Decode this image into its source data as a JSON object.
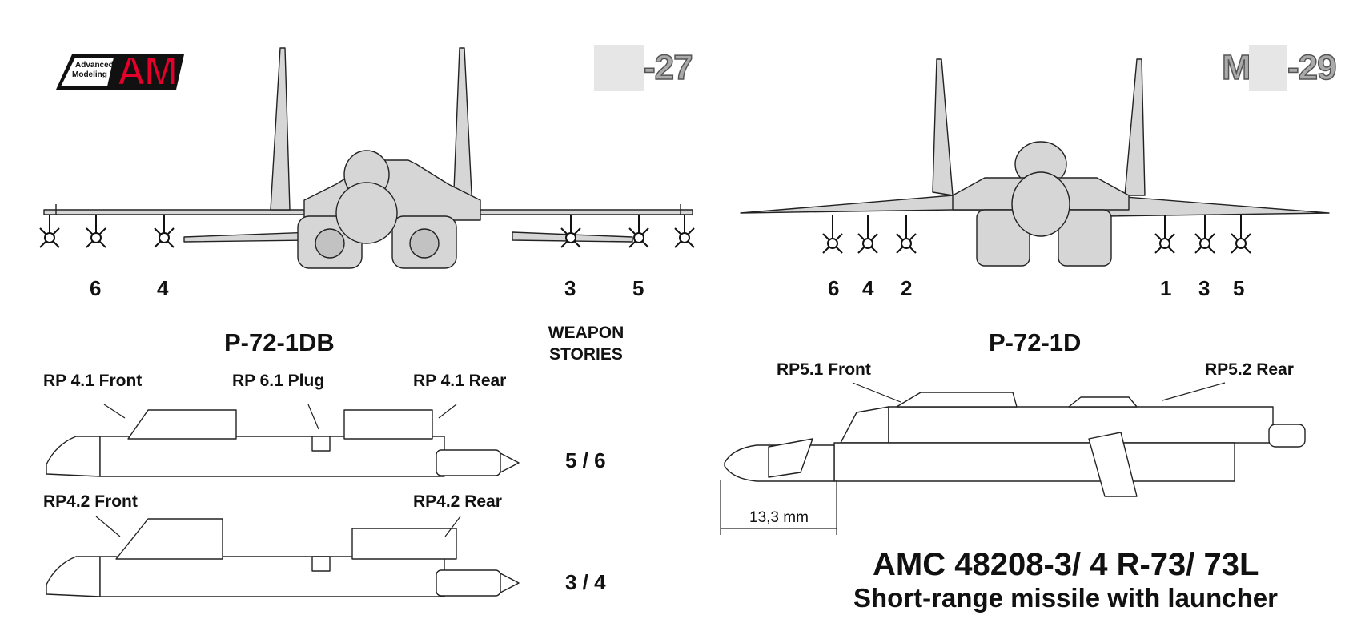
{
  "logo": {
    "line1": "Advanced",
    "line2": "Modeling",
    "letters": "AM",
    "accent": "#e4002b"
  },
  "left_model": {
    "suffix": "-27"
  },
  "right_model": {
    "prefix": "M",
    "suffix": "-29"
  },
  "left_pylons": [
    {
      "label": "6"
    },
    {
      "label": "4"
    },
    {
      "label": "3"
    },
    {
      "label": "5"
    }
  ],
  "right_pylons": [
    {
      "label": "6"
    },
    {
      "label": "4"
    },
    {
      "label": "2"
    },
    {
      "label": "1"
    },
    {
      "label": "3"
    },
    {
      "label": "5"
    }
  ],
  "left_launcher": {
    "title": "P-72-1DB",
    "upper": {
      "front": "RP 4.1 Front",
      "plug": "RP 6.1 Plug",
      "rear": "RP 4.1 Rear"
    },
    "lower": {
      "front": "RP4.2 Front",
      "rear": "RP4.2 Rear"
    }
  },
  "weapon_stories": {
    "line1": "WEAPON",
    "line2": "STORIES",
    "upper_value": "5 / 6",
    "lower_value": "3 / 4"
  },
  "right_launcher": {
    "title": "P-72-1D",
    "front": "RP5.1 Front",
    "rear": "RP5.2 Rear",
    "dimension": "13,3 mm"
  },
  "product": {
    "code": "AMC 48208-3/ 4 R-73/ 73L",
    "description": "Short-range missile with launcher"
  },
  "colors": {
    "aircraft_fill": "#d6d6d6",
    "line": "#222222",
    "model_text": "#aaaaaa"
  }
}
